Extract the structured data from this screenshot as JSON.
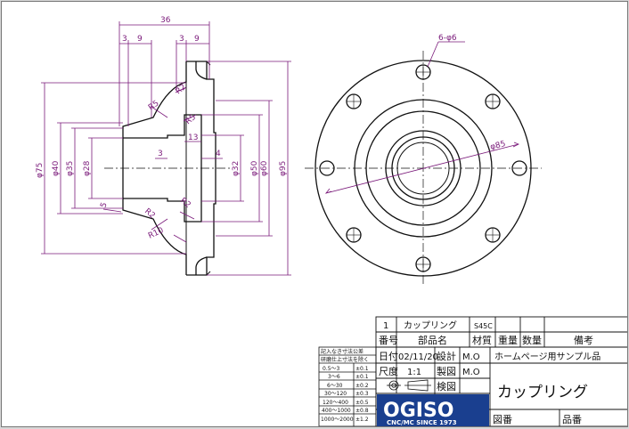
{
  "drawing": {
    "side_view": {
      "dims": {
        "overall_length": "36",
        "left_step_a": "3",
        "left_step_b": "9",
        "right_step_a": "3",
        "right_step_b": "9",
        "bore_depth": "13",
        "inner_step": "3",
        "inner_step2": "4",
        "dia_75": "φ75",
        "dia_40": "φ40",
        "dia_35": "φ35",
        "dia_28": "φ28",
        "dia_32": "φ32",
        "dia_50": "φ50",
        "dia_60": "φ60",
        "dia_95": "φ95",
        "radius_r5": "R5",
        "radius_r10": "R10",
        "radius_r2": "R2",
        "fillet_a": "R2",
        "fillet_b": "R5",
        "fillet_c": "R2",
        "chamfer": "5"
      }
    },
    "front_view": {
      "hole_callout": "6-φ6",
      "pcd_label": "φ85"
    }
  },
  "title_block": {
    "row1": {
      "no": "1",
      "part_name": "カップリング",
      "material": "S45C",
      "weight": "",
      "qty": "",
      "remarks": ""
    },
    "headers": {
      "no": "番号",
      "part_name": "部品名",
      "material": "材質",
      "weight": "重量",
      "qty": "数量",
      "remarks": "備考"
    },
    "date_label": "日付",
    "date_value": "02/11/20",
    "design_label": "設計",
    "design_value": "M.O",
    "scale_label": "尺度",
    "scale_value": "1:1",
    "drafter_label": "製図",
    "drafter_value": "M.O",
    "check_label": "検図",
    "check_value": "",
    "note": "ホームページ用サンプル品",
    "title_large": "カップリング",
    "drawing_no_label": "図番",
    "part_no_label": "品番"
  },
  "tolerance_table": {
    "header1": "記入なき寸法公差",
    "header2": "研磨仕上寸法を除く",
    "rows": [
      {
        "range": "0.5〜3",
        "tol": "±0.1"
      },
      {
        "range": "3〜6",
        "tol": "±0.1"
      },
      {
        "range": "6〜30",
        "tol": "±0.2"
      },
      {
        "range": "30〜120",
        "tol": "±0.3"
      },
      {
        "range": "120〜400",
        "tol": "±0.5"
      },
      {
        "range": "400〜1000",
        "tol": "±0.8"
      },
      {
        "range": "1000〜2000",
        "tol": "±1.2"
      }
    ]
  },
  "logo": {
    "name": "OGISO",
    "tagline": "CNC/MC SINCE 1973"
  },
  "colors": {
    "dimension": "#7a1a7a",
    "outline": "#111111",
    "logo_bg": "#1a3f8f"
  }
}
